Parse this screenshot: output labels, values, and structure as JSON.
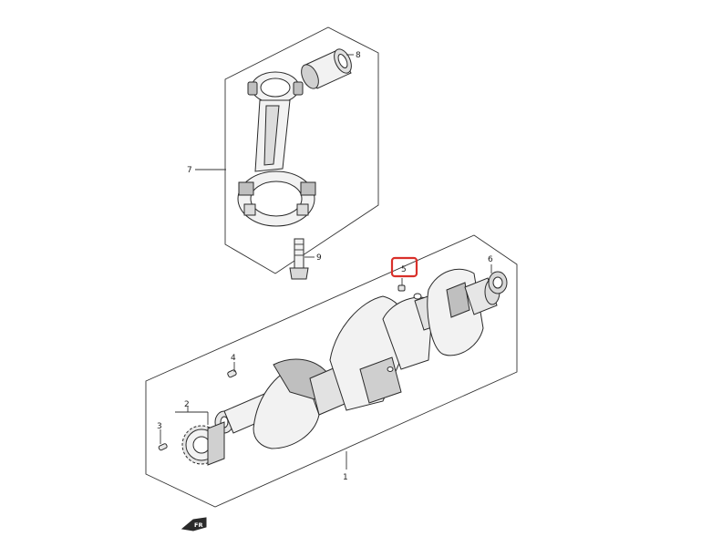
{
  "diagram": {
    "callouts": [
      {
        "id": "1",
        "label": "1"
      },
      {
        "id": "2",
        "label": "2"
      },
      {
        "id": "3",
        "label": "3"
      },
      {
        "id": "4",
        "label": "4"
      },
      {
        "id": "5",
        "label": "5",
        "highlighted": true
      },
      {
        "id": "6",
        "label": "6"
      },
      {
        "id": "7",
        "label": "7"
      },
      {
        "id": "8",
        "label": "8"
      },
      {
        "id": "9",
        "label": "9"
      }
    ],
    "direction_marker": {
      "label": "FR",
      "icon": "arrow-left-icon"
    },
    "colors": {
      "line": "#333333",
      "highlight": "#d9302a",
      "fill_light": "#f2f2f2",
      "fill_shade": "#bfbfbf"
    }
  }
}
